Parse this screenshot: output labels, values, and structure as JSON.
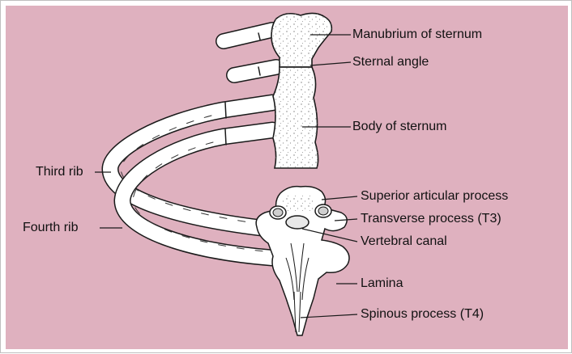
{
  "labels": {
    "manubrium": "Manubrium of sternum",
    "sternal_angle": "Sternal angle",
    "body": "Body of sternum",
    "superior_articular": "Superior articular process",
    "transverse": "Transverse process (T3)",
    "vertebral_canal": "Vertebral canal",
    "lamina": "Lamina",
    "spinous": "Spinous process (T4)",
    "third_rib": "Third rib",
    "fourth_rib": "Fourth rib"
  },
  "colors": {
    "background": "#dfb1bf",
    "bone": "#ffffff",
    "outline": "#1a1a1a",
    "stipple": "#7a7a7a"
  }
}
